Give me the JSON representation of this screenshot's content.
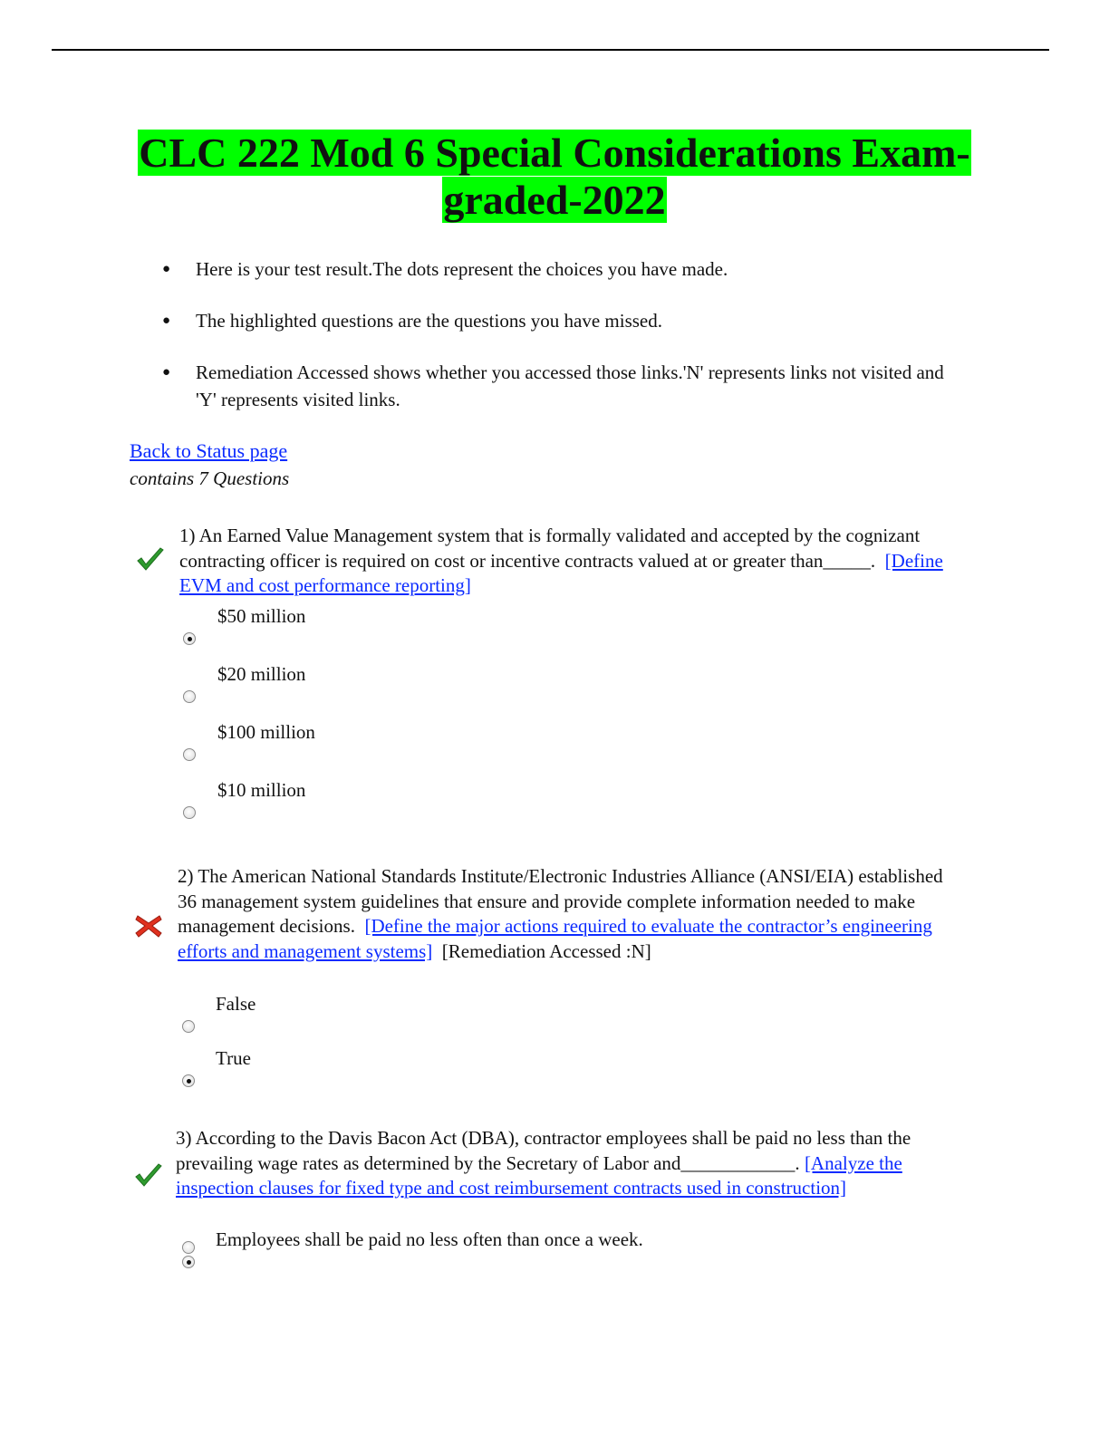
{
  "header": {
    "title_line1": "CLC 222 Mod 6 Special Considerations Exam-",
    "title_line2": "graded-2022",
    "highlight_color": "#00ff00"
  },
  "intro": {
    "bullets": [
      "Here is your test result.The dots represent the choices you have made.",
      "The highlighted questions are the questions you have missed.",
      "Remediation Accessed shows whether you accessed those links.'N' represents links not visited and 'Y' represents visited links."
    ],
    "back_link": "Back to Status page",
    "count_text": "contains 7 Questions"
  },
  "questions": [
    {
      "status": "correct",
      "status_icon": "checkmark-icon",
      "text": "1) An Earned Value Management system that is formally validated and accepted by the cognizant contracting officer is required on cost or incentive contracts valued at or greater than_____.",
      "link": "[Define EVM and cost performance reporting]",
      "suffix": "",
      "options": [
        {
          "label": "$50 million",
          "selected": true
        },
        {
          "label": "$20 million",
          "selected": false
        },
        {
          "label": "$100 million",
          "selected": false
        },
        {
          "label": "$10 million",
          "selected": false
        }
      ]
    },
    {
      "status": "incorrect",
      "status_icon": "x-mark-icon",
      "text": "2) The American National Standards Institute/Electronic Industries Alliance (ANSI/EIA) established 36 management system guidelines that ensure and provide complete information needed to make management decisions.",
      "link": "[Define the major actions required to evaluate the contractor’s engineering efforts and management systems]",
      "suffix": "[Remediation Accessed :N]",
      "options": [
        {
          "label": "False",
          "selected": false
        },
        {
          "label": "True",
          "selected": true
        }
      ]
    },
    {
      "status": "correct",
      "status_icon": "checkmark-icon",
      "text": "3) According to the Davis Bacon Act (DBA), contractor employees shall be paid no less than the prevailing wage rates as determined by the Secretary of Labor and____________.",
      "link": "[Analyze the inspection clauses for fixed type and cost reimbursement contracts used in construction]",
      "suffix": "",
      "options": [
        {
          "label": "Employees shall be paid no less often than once a week.",
          "selected": true
        }
      ]
    }
  ],
  "colors": {
    "link": "#0b2bff",
    "check": "#2e9b2e",
    "cross": "#e0301e"
  }
}
